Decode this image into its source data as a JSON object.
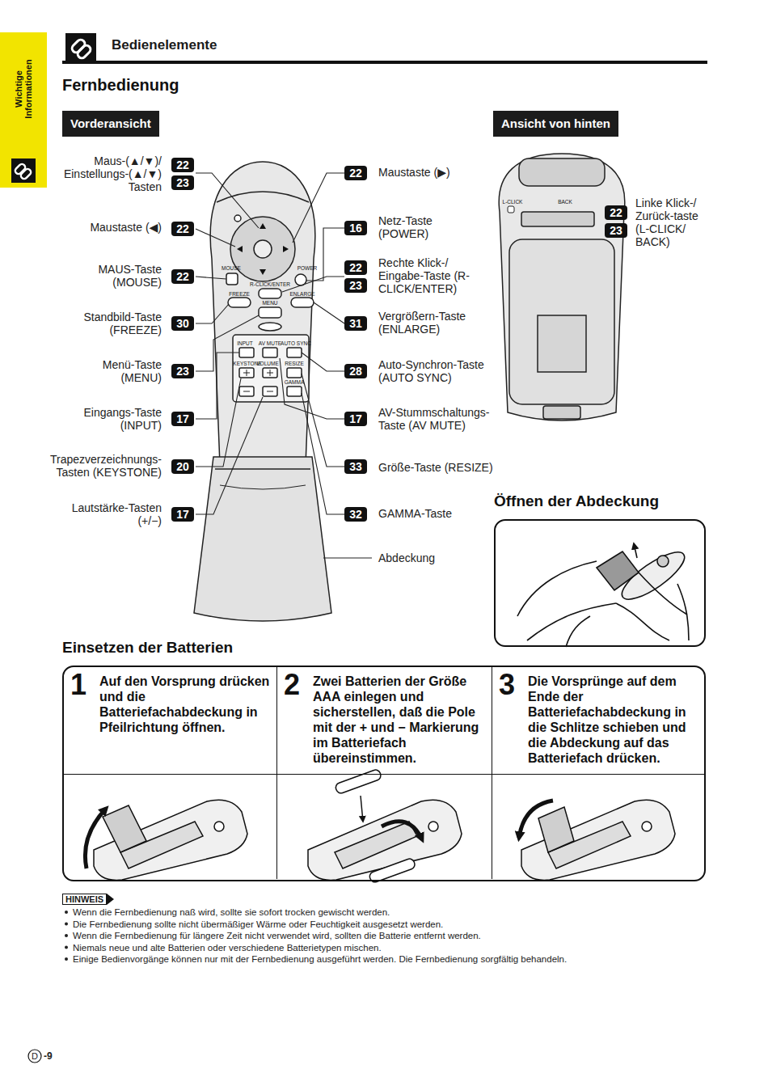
{
  "diagram": {
    "title": "Bedienelemente",
    "nodes": [
      {
        "text": [
          "Wichtige Informationen"
        ]
      },
      {
        "text": [
          "Vorderansicht"
        ]
      },
      {
        "text": [
          "Ansicht von hinten"
        ]
      },
      {
        "text": [
          "Öffnen der Abdeckung"
        ]
      },
      {
        "text": [
          "Einsetzen der Batterien"
        ]
      },
      {
        "text": [
          "1",
          "Auf den Vorsprung drücken und die Batteriefachabdeckung in Pfeilrichtung öffnen."
        ],
        "in": 4
      },
      {
        "text": [
          "2",
          "Zwei Batterien der Größe AAA einlegen und sicherstellen, daß die Pole mit der + und − Markierung im Batteriefach übereinstimmen."
        ],
        "in": 4
      },
      {
        "text": [
          "3",
          "Die Vorsprünge auf dem Ende der Batteriefachabdeckung in die Schlitze schieben und die Abdeckung auf das Batteriefach drücken."
        ],
        "in": 4
      },
      {
        "text": [
          "HINWEIS"
        ]
      }
    ],
    "labels": [
      "Fernbedienung",
      "Maus-(▲/▼)/ Einstellungs-(▲/▼) Tasten",
      "22",
      "23",
      "Maustaste (◀)",
      "22",
      "MAUS-Taste (MOUSE)",
      "22",
      "Standbild-Taste (FREEZE)",
      "30",
      "Menü-Taste (MENU)",
      "23",
      "Eingangs-Taste (INPUT)",
      "17",
      "Trapezverzeichnungs- Tasten (KEYSTONE)",
      "20",
      "Lautstärke-Tasten (+/−)",
      "17",
      "22",
      "Maustaste (▶)",
      "16",
      "Netz-Taste (POWER)",
      "22",
      "23",
      "Rechte Klick-/ Eingabe-Taste (R-CLICK/ENTER)",
      "31",
      "Vergrößern-Taste (ENLARGE)",
      "28",
      "Auto-Synchron-Taste (AUTO SYNC)",
      "17",
      "AV-Stummschaltungs- Taste (AV MUTE)",
      "33",
      "Größe-Taste (RESIZE)",
      "32",
      "GAMMA-Taste",
      "Abdeckung",
      "22",
      "23",
      "Linke Klick-/ Zurück-taste (L-CLICK/ BACK)",
      "MOUSE",
      "POWER",
      "R-CLICK/ENTER",
      "FREEZE",
      "MENU",
      "ENLARGE",
      "INPUT",
      "AV MUTE",
      "AUTO SYNC",
      "KEYSTONE",
      "VOLUME",
      "RESIZE",
      "GAMMA",
      "L-CLICK",
      "BACK",
      "Wenn die Fernbedienung naß wird, sollte sie sofort trocken gewischt werden.",
      "Die Fernbedienung sollte nicht übermäßiger Wärme oder Feuchtigkeit ausgesetzt werden.",
      "Wenn die Fernbedienung für längere Zeit nicht verwendet wird, sollten die Batterie entfernt werden.",
      "Niemals neue und alte Batterien oder verschiedene Batterietypen mischen.",
      "Einige Bedienvorgänge können nur mit der Fernbedienung ausgeführt werden. Die Fernbedienung sorgfältig behandeln.",
      "D",
      "-9"
    ]
  }
}
